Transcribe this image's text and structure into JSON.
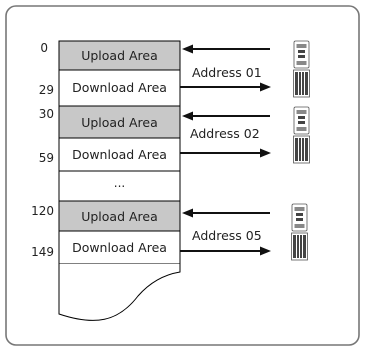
{
  "memory_map": {
    "blocks": [
      {
        "upload_label": "Upload Area",
        "download_label": "Download Area",
        "start": "0",
        "end": "29",
        "address": "Address 01"
      },
      {
        "upload_label": "Upload Area",
        "download_label": "Download Area",
        "start": "30",
        "end": "59",
        "address": "Address 02"
      },
      {
        "upload_label": "Upload Area",
        "download_label": "Download Area",
        "start": "120",
        "end": "149",
        "address": "Address 05"
      }
    ],
    "gap_label": "..."
  }
}
